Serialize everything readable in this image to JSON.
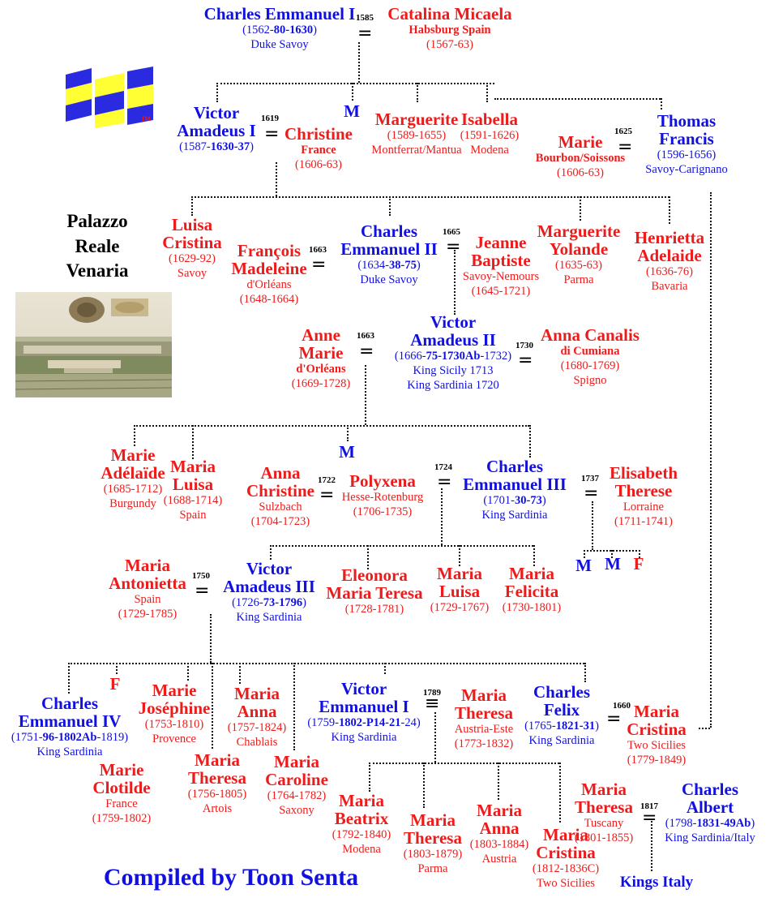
{
  "people": {
    "charles_emmanuel_1": {
      "name": "Charles Emmanuel I",
      "d1": "(1562-",
      "d2": "80-1630",
      "d3": ")",
      "sub": "Duke Savoy"
    },
    "catalina": {
      "name": "Catalina Micaela",
      "sub1": "Habsburg Spain",
      "sub2": "(1567-63)"
    },
    "victor_amadeus_1": {
      "name1": "Victor",
      "name2": "Amadeus I",
      "d1": "(1587-",
      "d2": "1630-37",
      "d3": ")"
    },
    "christine": {
      "name": "Christine",
      "sub1": "France",
      "sub2": "(1606-63)"
    },
    "m1": {
      "name": "M"
    },
    "marguerite": {
      "name": "Marguerite",
      "sub1": "(1589-1655)",
      "sub2": "Montferrat/Mantua"
    },
    "isabella": {
      "name": "Isabella",
      "sub1": "(1591-1626)",
      "sub2": "Modena"
    },
    "marie_bourbon": {
      "name": "Marie",
      "sub1": "Bourbon/Soissons",
      "sub2": "(1606-63)"
    },
    "thomas_francis": {
      "name1": "Thomas",
      "name2": "Francis",
      "sub1": "(1596-1656)",
      "sub2": "Savoy-Carignano"
    },
    "palazzo": {
      "l1": "Palazzo",
      "l2": "Reale",
      "l3": "Venaria"
    },
    "luisa_cristina": {
      "name1": "Luisa",
      "name2": "Cristina",
      "sub1": "(1629-92)",
      "sub2": "Savoy"
    },
    "francois": {
      "name1": "François",
      "name2": "Madeleine",
      "sub1": "d'Orléans",
      "sub2": "(1648-1664)"
    },
    "charles_emmanuel_2": {
      "name1": "Charles",
      "name2": "Emmanuel II",
      "d1": "(1634-",
      "d2": "38-75",
      "d3": ")",
      "sub": "Duke Savoy"
    },
    "jeanne": {
      "name1": "Jeanne",
      "name2": "Baptiste",
      "sub1": "Savoy-Nemours",
      "sub2": "(1645-1721)"
    },
    "marguerite_yolande": {
      "name1": "Marguerite",
      "name2": "Yolande",
      "sub1": "(1635-63)",
      "sub2": "Parma"
    },
    "henrietta": {
      "name1": "Henrietta",
      "name2": "Adelaide",
      "sub1": "(1636-76)",
      "sub2": "Bavaria"
    },
    "anne_marie": {
      "name1": "Anne",
      "name2": "Marie",
      "sub0": "d'Orléans",
      "sub2": "(1669-1728)"
    },
    "victor_amadeus_2": {
      "name1": "Victor",
      "name2": "Amadeus II",
      "d1": "(1666-",
      "d2": "75-1730Ab",
      "d3": "-1732)",
      "sub1": "King Sicily 1713",
      "sub2": "King Sardinia 1720"
    },
    "anna_canalis": {
      "name": "Anna Canalis",
      "sub0": "di Cumiana",
      "sub1": "(1680-1769)",
      "sub2": "Spigno"
    },
    "marie_adelaide": {
      "name1": "Marie",
      "name2": "Adélaïde",
      "sub1": "(1685-1712)",
      "sub2": "Burgundy"
    },
    "m2": {
      "name": "M"
    },
    "maria_luisa_1": {
      "name1": "Maria",
      "name2": "Luisa",
      "sub1": "(1688-1714)",
      "sub2": "Spain"
    },
    "anna_christine": {
      "name1": "Anna",
      "name2": "Christine",
      "sub1": "Sulzbach",
      "sub2": "(1704-1723)"
    },
    "polyxena": {
      "name": "Polyxena",
      "sub1": "Hesse-Rotenburg",
      "sub2": "(1706-1735)"
    },
    "charles_emmanuel_3": {
      "name1": "Charles",
      "name2": "Emmanuel III",
      "d1": "(1701-",
      "d2": "30-73",
      "d3": ")",
      "sub": "King Sardinia"
    },
    "elisabeth": {
      "name1": "Elisabeth",
      "name2": "Therese",
      "sub1": "Lorraine",
      "sub2": "(1711-1741)"
    },
    "kids_mmf": {
      "a": "M",
      "b": "M",
      "c": "F"
    },
    "maria_antonietta": {
      "name1": "Maria",
      "name2": "Antonietta",
      "sub1": "Spain",
      "sub2": "(1729-1785)"
    },
    "victor_amadeus_3": {
      "name1": "Victor",
      "name2": "Amadeus III",
      "d1": "(1726-",
      "d2": "73-1796",
      "d3": ")",
      "sub": "King Sardinia"
    },
    "eleonora": {
      "name1": "Eleonora",
      "name2": "Maria Teresa",
      "sub1": "(1728-1781)"
    },
    "maria_luisa_2": {
      "name1": "Maria",
      "name2": "Luisa",
      "sub1": "(1729-1767)"
    },
    "maria_felicita": {
      "name1": "Maria",
      "name2": "Felicita",
      "sub1": "(1730-1801)"
    },
    "charles_emmanuel_4": {
      "name1": "Charles",
      "name2": "Emmanuel IV",
      "d1": "(1751-",
      "d2": "96-1802Ab",
      "d3": "-1819)",
      "sub": "King Sardinia"
    },
    "f1": {
      "name": "F"
    },
    "marie_josephine": {
      "name1": "Marie",
      "name2": "Joséphine",
      "sub1": "(1753-1810)",
      "sub2": "Provence"
    },
    "maria_anna_1": {
      "name1": "Maria",
      "name2": "Anna",
      "sub1": "(1757-1824)",
      "sub2": "Chablais"
    },
    "marie_clotilde": {
      "name1": "Marie",
      "name2": "Clotilde",
      "sub1": "France",
      "sub2": "(1759-1802)"
    },
    "maria_theresa_artois": {
      "name1": "Maria",
      "name2": "Theresa",
      "sub1": "(1756-1805)",
      "sub2": "Artois"
    },
    "maria_caroline": {
      "name1": "Maria",
      "name2": "Caroline",
      "sub1": "(1764-1782)",
      "sub2": "Saxony"
    },
    "victor_emmanuel_1": {
      "name1": "Victor",
      "name2": "Emmanuel I",
      "d1": "(1759-",
      "d2": "1802-P14-21",
      "d3": "-24)",
      "sub": "King Sardinia"
    },
    "maria_theresa_este": {
      "name1": "Maria",
      "name2": "Theresa",
      "sub1": "Austria-Este",
      "sub2": "(1773-1832)"
    },
    "charles_felix": {
      "name1": "Charles",
      "name2": "Felix",
      "d1": "(1765-",
      "d2": "1821-31",
      "d3": ")",
      "sub": "King Sardinia"
    },
    "maria_cristina_1": {
      "name1": "Maria",
      "name2": "Cristina",
      "sub1": "Two Sicilies",
      "sub2": "(1779-1849)"
    },
    "maria_beatrix": {
      "name1": "Maria",
      "name2": "Beatrix",
      "sub1": "(1792-1840)",
      "sub2": "Modena"
    },
    "maria_theresa_parma": {
      "name1": "Maria",
      "name2": "Theresa",
      "sub1": "(1803-1879)",
      "sub2": "Parma"
    },
    "maria_anna_2": {
      "name1": "Maria",
      "name2": "Anna",
      "sub1": "(1803-1884)",
      "sub2": "Austria"
    },
    "maria_cristina_2": {
      "name1": "Maria",
      "name2": "Cristina",
      "sub1": "(1812-1836C)",
      "sub2": "Two Sicilies"
    },
    "maria_theresa_tuscany": {
      "name1": "Maria",
      "name2": "Theresa",
      "sub1": "Tuscany",
      "sub2": "(1801-1855)"
    },
    "charles_albert": {
      "name1": "Charles",
      "name2": "Albert",
      "d1": "(1798-",
      "d2": "1831-49Ab",
      "d3": ")",
      "sub": "King Sardinia/Italy"
    },
    "kings_italy": {
      "name": "Kings Italy"
    }
  },
  "years": {
    "y1585": "1585",
    "y1619": "1619",
    "y1625": "1625",
    "y1663a": "1663",
    "y1665": "1665",
    "y1663b": "1663",
    "y1730": "1730",
    "y1722": "1722",
    "y1724": "1724",
    "y1737": "1737",
    "y1750": "1750",
    "y1789": "1789",
    "y1660": "1660",
    "y1817": "1817"
  },
  "logo": {
    "tag": "IM"
  },
  "footer": {
    "credit": "Compiled by Toon Senta"
  },
  "colors": {
    "male": "#1010e0",
    "female": "#ee1b1b",
    "logo_blue": "#2a2ae0",
    "logo_yellow": "#ffff33"
  }
}
